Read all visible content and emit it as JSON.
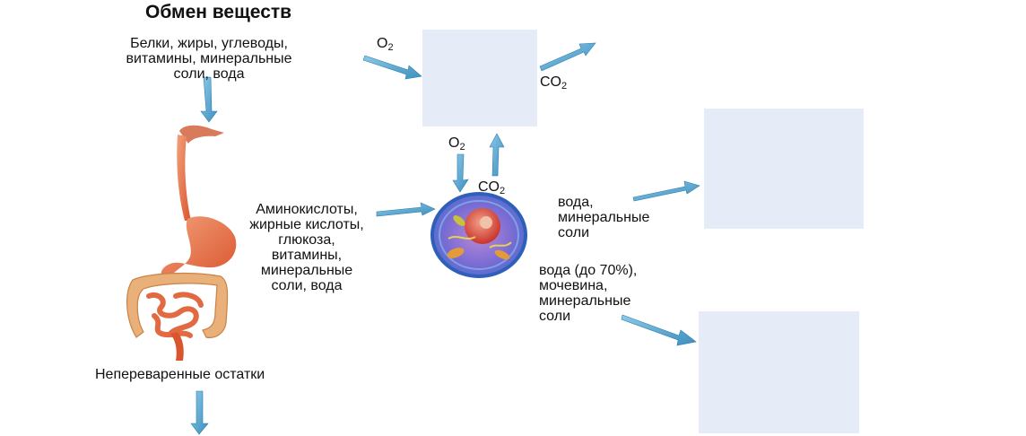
{
  "title": "Обмен веществ",
  "labels": {
    "intake": [
      "Белки, жиры, углеводы,",
      "витамины, минеральные",
      "соли, вода"
    ],
    "absorbed": [
      "Аминокислоты,",
      "жирные кислоты,",
      "глюкоза,",
      "витамины,",
      "минеральные",
      "соли, вода"
    ],
    "water_salts": [
      "вода,",
      "минеральные",
      "соли"
    ],
    "urine": [
      "вода (до 70%),",
      "мочевина,",
      "минеральные",
      "соли"
    ],
    "undigested": "Непереваренные остатки",
    "o2_main": "O",
    "o2_main_sub": "2",
    "co2_main": "CO",
    "co2_main_sub": "2",
    "o2_cell": "O",
    "o2_cell_sub": "2",
    "co2_cell": "CO",
    "co2_cell_sub": "2"
  },
  "colors": {
    "arrow": "#5aaed6",
    "arrow_dark": "#2f7fae",
    "box_fill": "#e5ebf7",
    "digestive": "#e8683c",
    "cell_membrane": "#4a7fd0",
    "cell_nucleus": "#d94b3b"
  },
  "icons": [
    "digestive-system-illustration",
    "cell-illustration"
  ]
}
